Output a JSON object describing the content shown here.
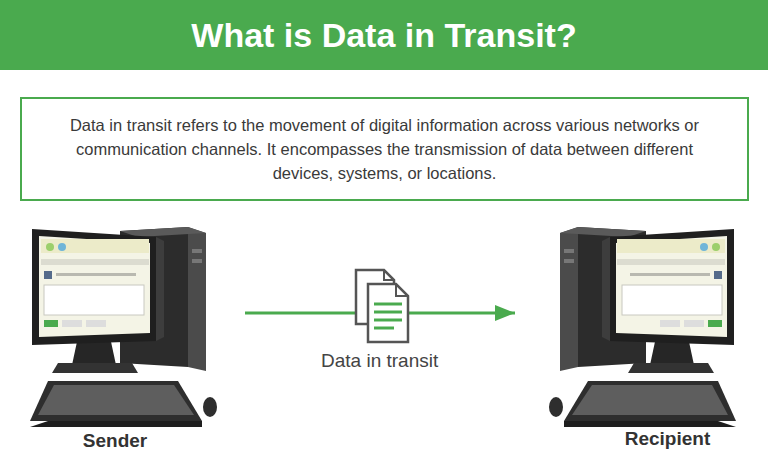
{
  "diagram": {
    "title": "What is Data in Transit?",
    "nodes": [
      {
        "text": [
          "Data in transit refers to the movement of digital information across various networks or communication channels. It encompasses the transmission of data between different devices, systems, or locations."
        ]
      },
      {
        "text": [
          "Sender"
        ]
      },
      {
        "text": [
          "Recipient"
        ]
      }
    ],
    "edges": [
      {
        "from": 1,
        "to": 2,
        "arrow": "to",
        "label": "Data in transit"
      }
    ]
  }
}
